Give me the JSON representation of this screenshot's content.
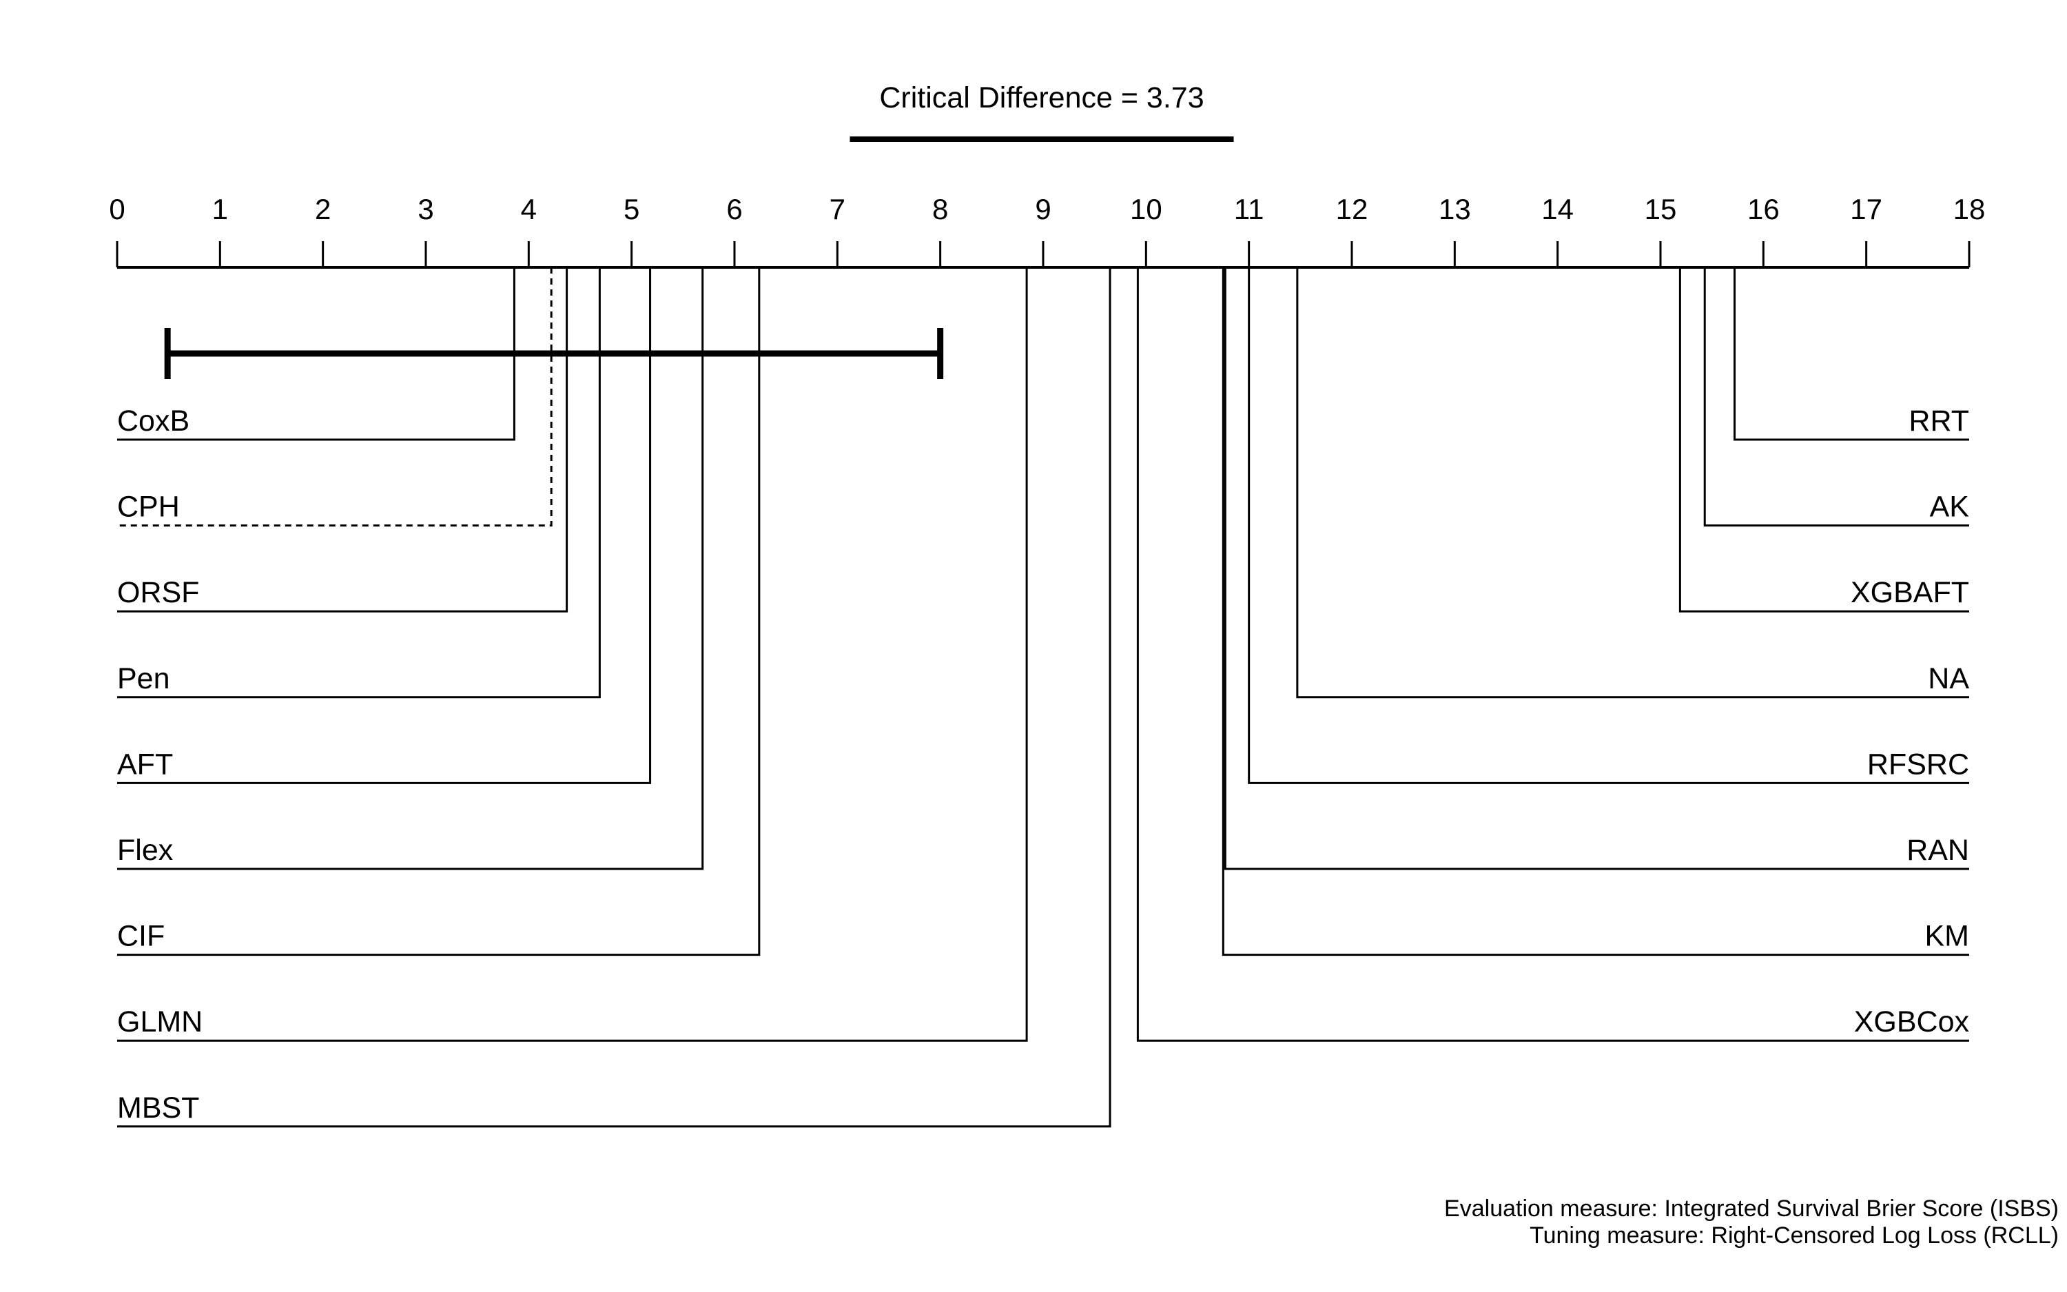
{
  "chart_data": {
    "type": "critical-difference-diagram",
    "title": "Critical Difference = 3.73",
    "critical_difference": 3.73,
    "axis": {
      "range": [
        0,
        18
      ],
      "ticks": [
        0,
        1,
        2,
        3,
        4,
        5,
        6,
        7,
        8,
        9,
        10,
        11,
        12,
        13,
        14,
        15,
        16,
        17,
        18
      ]
    },
    "baseline_interval": [
      0.49,
      8.0
    ],
    "methods": [
      {
        "name": "CoxB",
        "rank": 3.86,
        "side": "left"
      },
      {
        "name": "CPH",
        "rank": 4.22,
        "side": "left",
        "dashed": true
      },
      {
        "name": "ORSF",
        "rank": 4.37,
        "side": "left"
      },
      {
        "name": "Pen",
        "rank": 4.69,
        "side": "left"
      },
      {
        "name": "AFT",
        "rank": 5.18,
        "side": "left"
      },
      {
        "name": "Flex",
        "rank": 5.69,
        "side": "left"
      },
      {
        "name": "CIF",
        "rank": 6.24,
        "side": "left"
      },
      {
        "name": "GLMN",
        "rank": 8.84,
        "side": "left"
      },
      {
        "name": "MBST",
        "rank": 9.65,
        "side": "left"
      },
      {
        "name": "XGBCox",
        "rank": 9.92,
        "side": "right"
      },
      {
        "name": "KM",
        "rank": 10.75,
        "side": "right"
      },
      {
        "name": "RAN",
        "rank": 10.77,
        "side": "right"
      },
      {
        "name": "RFSRC",
        "rank": 11.0,
        "side": "right"
      },
      {
        "name": "NA",
        "rank": 11.47,
        "side": "right"
      },
      {
        "name": "XGBAFT",
        "rank": 15.19,
        "side": "right"
      },
      {
        "name": "AK",
        "rank": 15.43,
        "side": "right"
      },
      {
        "name": "RRT",
        "rank": 15.72,
        "side": "right"
      }
    ],
    "footnotes": {
      "evaluation": "Evaluation measure: Integrated Survival Brier Score (ISBS)",
      "tuning": "Tuning measure: Right-Censored Log Loss (RCLL)"
    }
  }
}
